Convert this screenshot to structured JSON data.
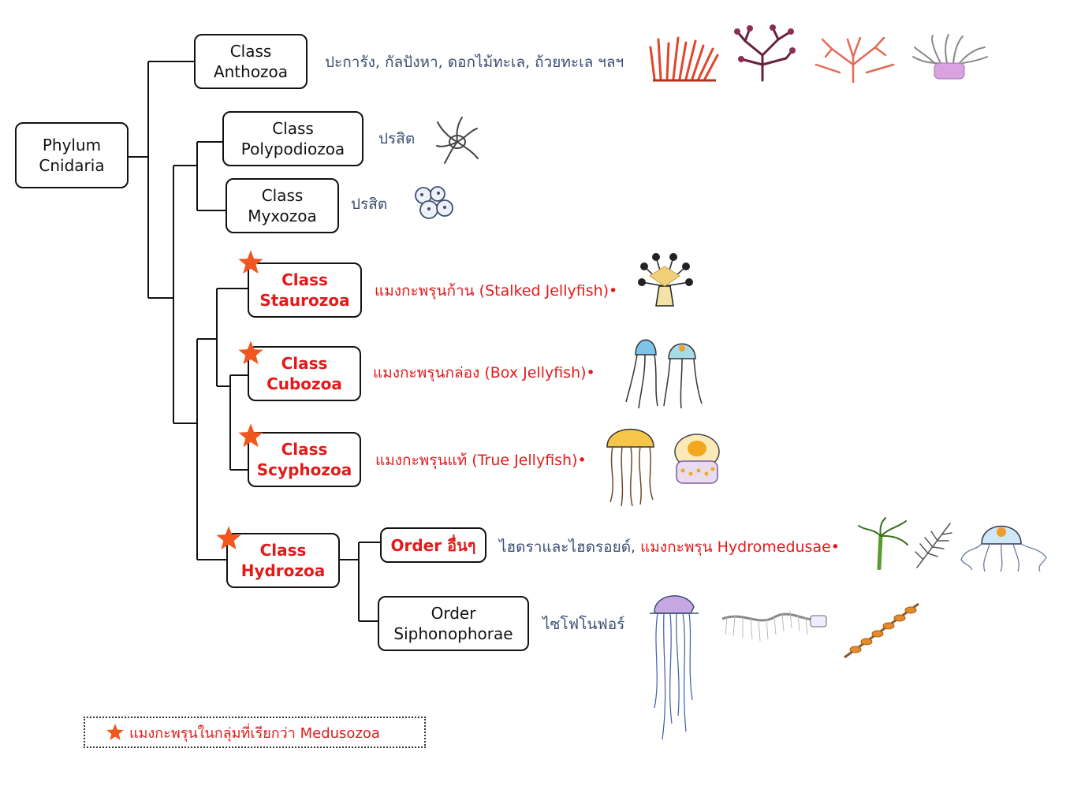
{
  "phylum": {
    "line1": "Phylum",
    "line2": "Cnidaria"
  },
  "classes": {
    "anthozoa": {
      "line1": "Class",
      "line2": "Anthozoa",
      "desc": "ปะการัง, กัลปังหา, ดอกไม้ทะเล, ถ้วยทะเล ฯลฯ"
    },
    "polypodiozoa": {
      "line1": "Class",
      "line2": "Polypodiozoa",
      "desc": "ปรสิต"
    },
    "myxozoa": {
      "line1": "Class",
      "line2": "Myxozoa",
      "desc": "ปรสิต"
    },
    "staurozoa": {
      "line1": "Class",
      "line2": "Staurozoa",
      "desc": "แมงกะพรุนก้าน (Stalked Jellyfish)•"
    },
    "cubozoa": {
      "line1": "Class",
      "line2": "Cubozoa",
      "desc": "แมงกะพรุนกล่อง (Box Jellyfish)•"
    },
    "scyphozoa": {
      "line1": "Class",
      "line2": "Scyphozoa",
      "desc": "แมงกะพรุนแท้ (True Jellyfish)•"
    },
    "hydrozoa": {
      "line1": "Class",
      "line2": "Hydrozoa"
    }
  },
  "orders": {
    "other": {
      "label": "Order อื่นๆ",
      "desc_blue": "ไฮดราและไฮดรอยด์,",
      "desc_red": "แมงกะพรุน Hydromedusae•"
    },
    "siphonophorae": {
      "line1": "Order",
      "line2": "Siphonophorae",
      "desc": "ไซโฟโนฟอร์"
    }
  },
  "legend": {
    "text": "แมงกะพรุนในกลุ่มที่เรียกว่า Medusozoa"
  },
  "colors": {
    "medusozoa_red": "#e41a1a",
    "star_orange": "#f0561e",
    "description_blue": "#3c4f73",
    "line_black": "#111111"
  },
  "icons": {
    "star": "star-icon",
    "illustrations": [
      "coral",
      "gorgonian",
      "sea-anemone",
      "polypodium-parasite",
      "myxozoan-spores",
      "stalked-jellyfish",
      "box-jellyfish",
      "true-jellyfish",
      "hydra",
      "hydroid",
      "hydromedusa",
      "portuguese-man-o-war",
      "siphonophore-colony"
    ]
  }
}
